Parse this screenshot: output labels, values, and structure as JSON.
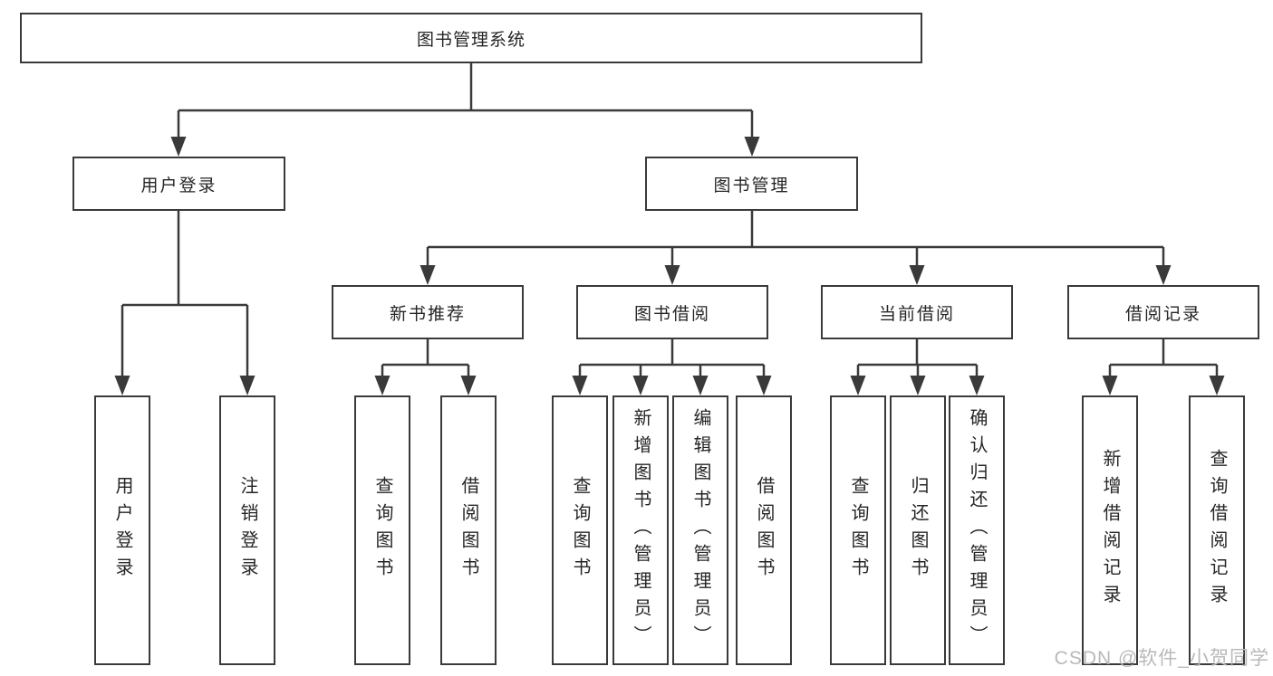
{
  "page": {
    "background": "#ffffff"
  },
  "colors": {
    "line": "#3a3a3a",
    "box_border": "#3a3a3a",
    "box_background": "#ffffff",
    "text": "#262626",
    "watermark": "#b9b9b9"
  },
  "watermark": {
    "text": "CSDN @软件_小贺同学"
  },
  "diagram": {
    "type": "tree",
    "root": {
      "label": "图书管理系统"
    },
    "level2": [
      {
        "label": "用户登录"
      },
      {
        "label": "图书管理"
      }
    ],
    "level3": [
      {
        "label": "新书推荐"
      },
      {
        "label": "图书借阅"
      },
      {
        "label": "当前借阅"
      },
      {
        "label": "借阅记录"
      }
    ],
    "leaves": {
      "user_login": [
        "用户登录",
        "注销登录"
      ],
      "new_book_recommend": [
        "查询图书",
        "借阅图书"
      ],
      "book_borrow": [
        "查询图书",
        "新增图书（管理员）",
        "编辑图书（管理员）",
        "借阅图书"
      ],
      "current_borrow": [
        "查询图书",
        "归还图书",
        "确认归还（管理员）"
      ],
      "borrow_record": [
        "新增借阅记录",
        "查询借阅记录"
      ]
    }
  }
}
